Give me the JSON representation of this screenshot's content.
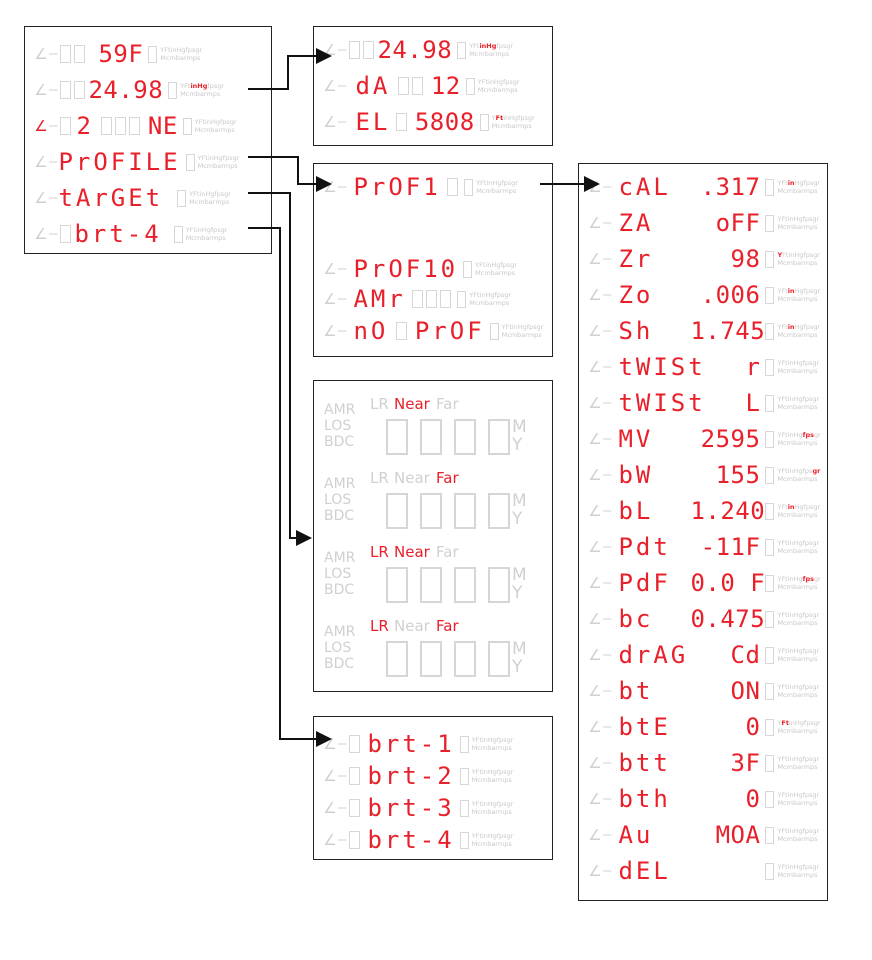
{
  "units": {
    "line1": "YFtinHgfpsgr",
    "line2": "Mcmbarmps"
  },
  "main_menu": [
    {
      "text": "59F",
      "unit_active": "",
      "pointer_active": false
    },
    {
      "text": "24.98",
      "unit_active": "inHg",
      "pointer_active": false
    },
    {
      "text": "2",
      "value2": "NE",
      "unit_active": "",
      "pointer_active": true
    },
    {
      "text": "PrOFILE",
      "unit_active": "",
      "pointer_active": false
    },
    {
      "text": "tArGEt",
      "unit_active": "",
      "pointer_active": false
    },
    {
      "text": "brt-4",
      "unit_active": "",
      "pointer_active": false
    }
  ],
  "pressure_menu": [
    {
      "text": "24.98",
      "unit_active": "inHg"
    },
    {
      "text": "dA",
      "value2": "12",
      "unit_active": ""
    },
    {
      "text": "EL",
      "value2": "5808",
      "unit_active": "Ft"
    }
  ],
  "profile_menu": [
    {
      "text": "PrOF1",
      "unit_active": ""
    },
    {
      "text": "PrOF10",
      "unit_active": ""
    },
    {
      "text": "AMr",
      "unit_active": ""
    },
    {
      "text": "nO",
      "value2": "PrOF",
      "unit_active": ""
    }
  ],
  "profile_detail": [
    {
      "text": "cAL",
      "value2": ".317",
      "unit_active": "in"
    },
    {
      "text": "ZA",
      "value2": "oFF",
      "unit_active": ""
    },
    {
      "text": "Zr",
      "value2": "98",
      "unit_active": "Y"
    },
    {
      "text": "Zo",
      "value2": ".006",
      "unit_active": "in"
    },
    {
      "text": "Sh",
      "value2": "1.745",
      "unit_active": "in"
    },
    {
      "text": "tWISt",
      "value2": "r",
      "unit_active": ""
    },
    {
      "text": "tWISt",
      "value2": "L",
      "unit_active": ""
    },
    {
      "text": "MV",
      "value2": "2595",
      "unit_active": "fps"
    },
    {
      "text": "bW",
      "value2": "155",
      "unit_active": "gr"
    },
    {
      "text": "bL",
      "value2": "1.240",
      "unit_active": "in"
    },
    {
      "text": "Pdt",
      "value2": "-11F",
      "unit_active": ""
    },
    {
      "text": "PdF",
      "value2": "0.0 F",
      "unit_active": "fps"
    },
    {
      "text": "bc",
      "value2": "0.475",
      "unit_active": ""
    },
    {
      "text": "drAG",
      "value2": "Cd",
      "unit_active": ""
    },
    {
      "text": "bt",
      "value2": "ON",
      "unit_active": ""
    },
    {
      "text": "btE",
      "value2": "0",
      "unit_active": "Ft"
    },
    {
      "text": "btt",
      "value2": "3F",
      "unit_active": ""
    },
    {
      "text": "bth",
      "value2": "0",
      "unit_active": ""
    },
    {
      "text": "Au",
      "value2": "MOA",
      "unit_active": ""
    },
    {
      "text": "dEL",
      "value2": "",
      "unit_active": ""
    }
  ],
  "target_labels": {
    "amr": "AMR",
    "los": "LOS",
    "bdc": "BDC",
    "lr": "LR",
    "near": "Near",
    "far": "Far",
    "m": "M",
    "y": "Y"
  },
  "target_modes": [
    {
      "lr": false,
      "near": true,
      "far": false
    },
    {
      "lr": false,
      "near": false,
      "far": true
    },
    {
      "lr": true,
      "near": true,
      "far": false
    },
    {
      "lr": true,
      "near": false,
      "far": true
    }
  ],
  "brightness_menu": [
    {
      "text": "brt-1"
    },
    {
      "text": "brt-2"
    },
    {
      "text": "brt-3"
    },
    {
      "text": "brt-4"
    }
  ],
  "colors": {
    "active": "#e8202a",
    "inactive": "#d0d0d0",
    "border": "#222222"
  }
}
